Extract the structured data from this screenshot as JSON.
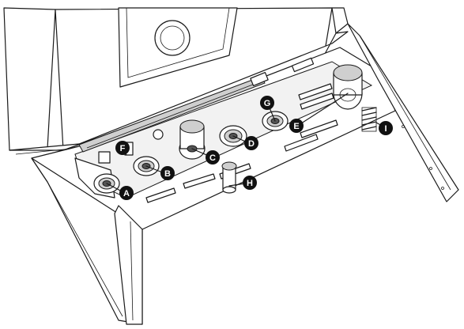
{
  "labels": [
    {
      "id": "A",
      "text": "A"
    },
    {
      "id": "B",
      "text": "B"
    },
    {
      "id": "C",
      "text": "C"
    },
    {
      "id": "D",
      "text": "D"
    },
    {
      "id": "E",
      "text": "E"
    },
    {
      "id": "F",
      "text": "F"
    },
    {
      "id": "G",
      "text": "G"
    },
    {
      "id": "H",
      "text": "H"
    },
    {
      "id": "I",
      "text": "I"
    }
  ],
  "colors": {
    "line": "#1a1a1a",
    "marker": "#111111",
    "marker_text": "#ffffff",
    "background": "#ffffff"
  }
}
